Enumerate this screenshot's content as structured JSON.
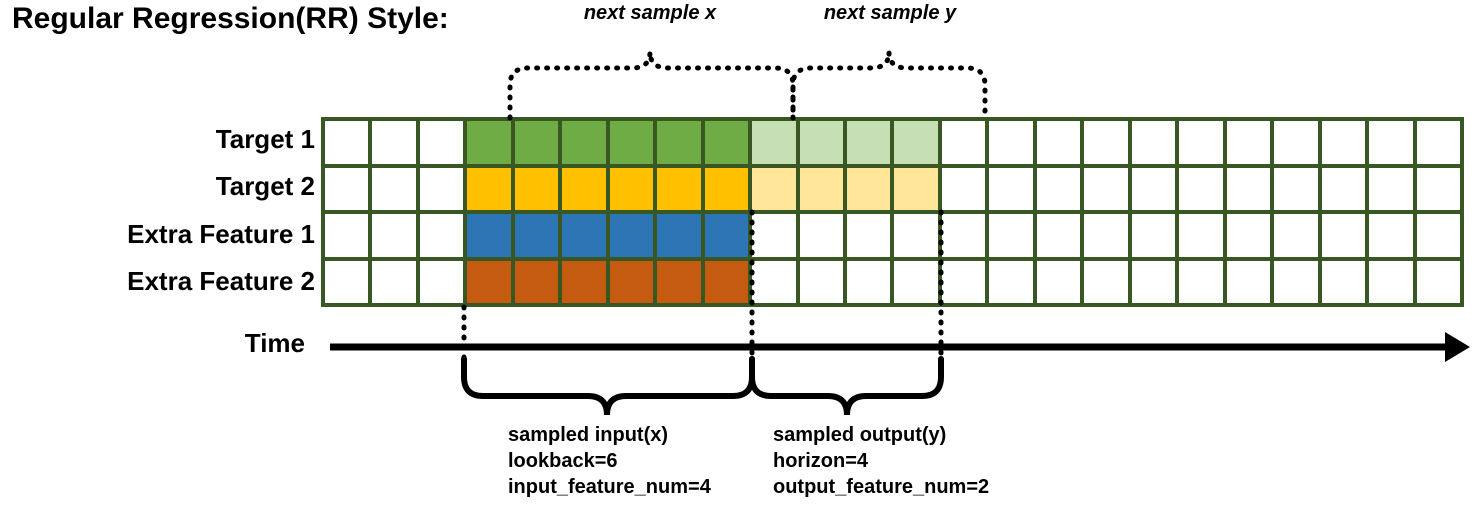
{
  "title": "Regular Regression(RR) Style:",
  "rows": [
    {
      "id": "target-1",
      "label": "Target 1",
      "color": "#6FAC46",
      "light_color": "#C6E0B4",
      "has_output": true
    },
    {
      "id": "target-2",
      "label": "Target 2",
      "color": "#FFC000",
      "light_color": "#FFE699",
      "has_output": true
    },
    {
      "id": "extra-feature-1",
      "label": "Extra Feature 1",
      "color": "#2E75B6",
      "light_color": "#FFFFFF",
      "has_output": false
    },
    {
      "id": "extra-feature-2",
      "label": "Extra Feature 2",
      "color": "#C55A11",
      "light_color": "#FFFFFF",
      "has_output": false
    }
  ],
  "grid": {
    "columns": 24,
    "rows": 4,
    "input_start_col": 3,
    "input_end_col": 8,
    "output_start_col": 9,
    "output_end_col": 12,
    "empty_color": "#FFFFFF",
    "border_color": "#385723"
  },
  "annotations": {
    "top_left": "next sample x",
    "top_right": "next sample y",
    "bottom_left": {
      "line1": "sampled input(x)",
      "line2": "lookback=6",
      "line3": "input_feature_num=4"
    },
    "bottom_right": {
      "line1": "sampled output(y)",
      "line2": "horizon=4",
      "line3": "output_feature_num=2"
    }
  },
  "axis": {
    "label": "Time",
    "arrow_icon": "right-arrow-icon"
  },
  "chart_data": {
    "type": "heatmap",
    "title": "Regular Regression(RR) Style:",
    "categories": [
      "Target 1",
      "Target 2",
      "Extra Feature 1",
      "Extra Feature 2"
    ],
    "x": "time steps (24 columns)",
    "xlabel": "Time",
    "ylabel": "",
    "series": [
      {
        "name": "Target 1",
        "values": [
          0,
          0,
          0,
          1,
          1,
          1,
          1,
          1,
          1,
          0.5,
          0.5,
          0.5,
          0.5,
          0,
          0,
          0,
          0,
          0,
          0,
          0,
          0,
          0,
          0,
          0
        ]
      },
      {
        "name": "Target 2",
        "values": [
          0,
          0,
          0,
          1,
          1,
          1,
          1,
          1,
          1,
          0.5,
          0.5,
          0.5,
          0.5,
          0,
          0,
          0,
          0,
          0,
          0,
          0,
          0,
          0,
          0,
          0
        ]
      },
      {
        "name": "Extra Feature 1",
        "values": [
          0,
          0,
          0,
          1,
          1,
          1,
          1,
          1,
          1,
          0,
          0,
          0,
          0,
          0,
          0,
          0,
          0,
          0,
          0,
          0,
          0,
          0,
          0,
          0
        ]
      },
      {
        "name": "Extra Feature 2",
        "values": [
          0,
          0,
          0,
          1,
          1,
          1,
          1,
          1,
          1,
          0,
          0,
          0,
          0,
          0,
          0,
          0,
          0,
          0,
          0,
          0,
          0,
          0,
          0,
          0
        ]
      }
    ],
    "legend": [
      "sampled input(x)",
      "sampled output(y)"
    ],
    "grid": true
  }
}
